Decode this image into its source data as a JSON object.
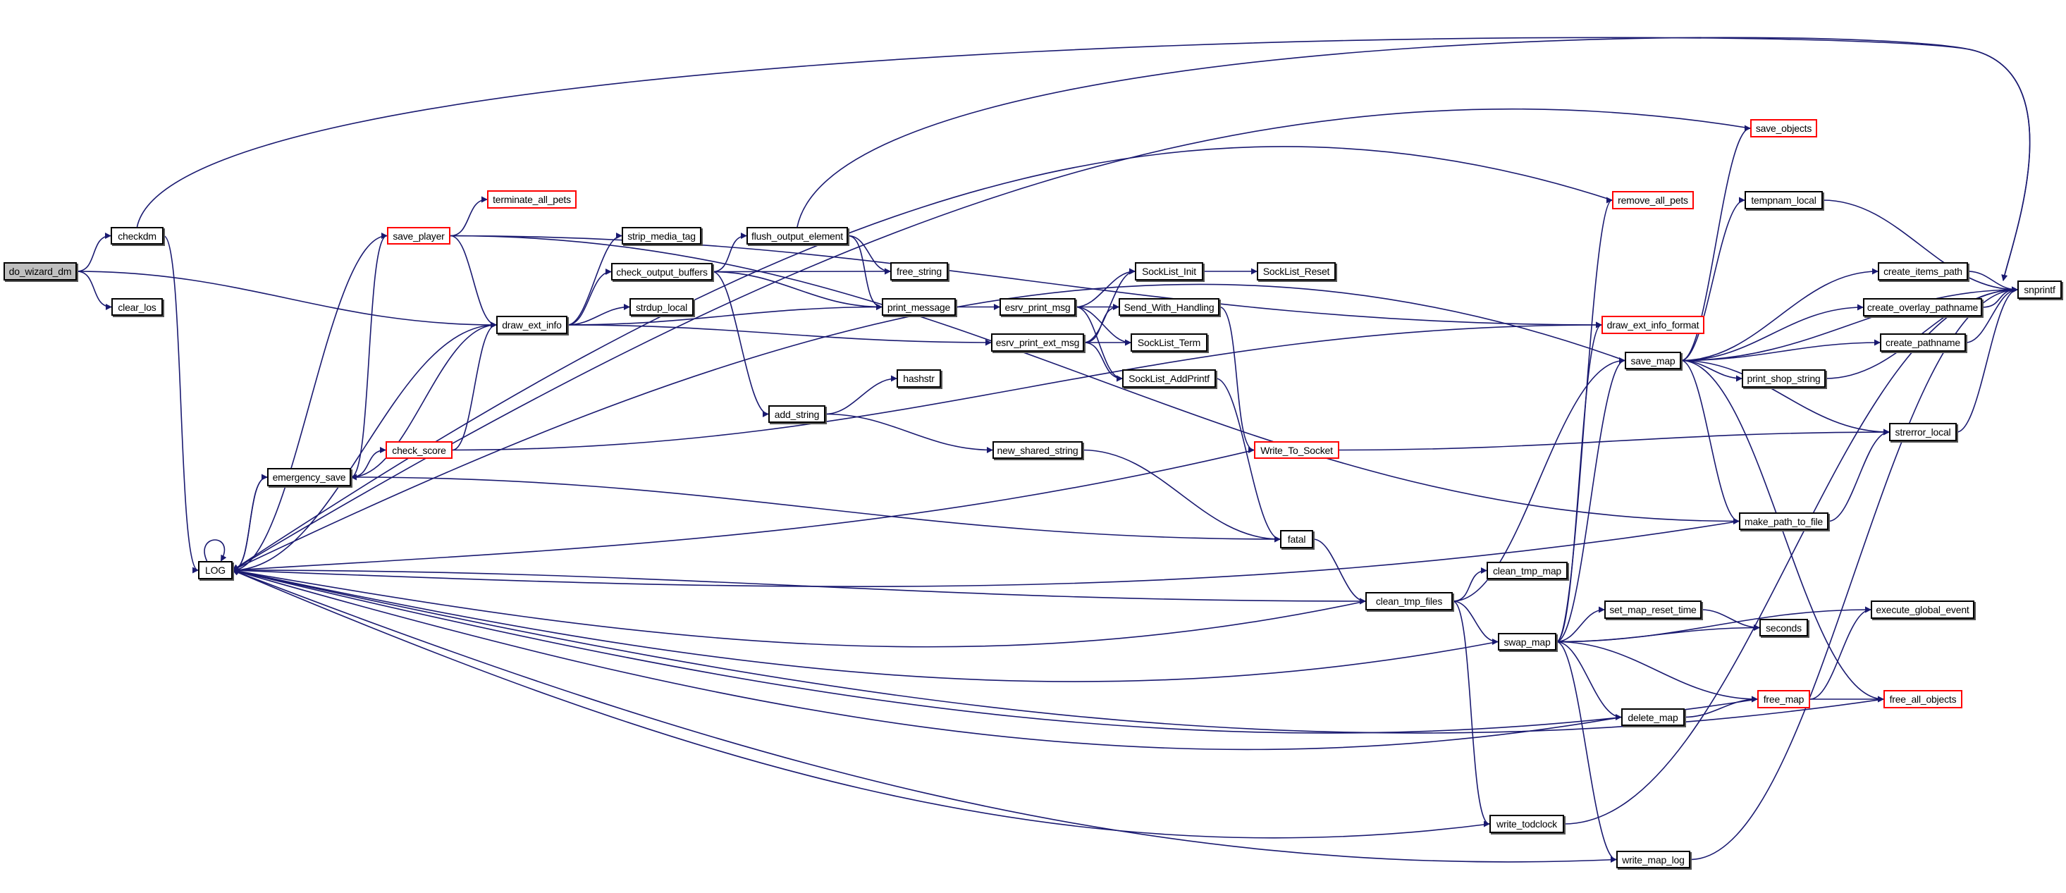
{
  "graph": {
    "title": "Call graph of do_wizard_dm",
    "edge_color": "#191970",
    "nodes": [
      {
        "id": "do_wizard_dm",
        "label": "do_wizard_dm",
        "style": "root"
      },
      {
        "id": "checkdm",
        "label": "checkdm",
        "style": "normal"
      },
      {
        "id": "clear_los",
        "label": "clear_los",
        "style": "normal"
      },
      {
        "id": "LOG",
        "label": "LOG",
        "style": "normal"
      },
      {
        "id": "emergency_save",
        "label": "emergency_save",
        "style": "normal"
      },
      {
        "id": "save_player",
        "label": "save_player",
        "style": "red"
      },
      {
        "id": "terminate_all_pets",
        "label": "terminate_all_pets",
        "style": "red"
      },
      {
        "id": "check_score",
        "label": "check_score",
        "style": "red"
      },
      {
        "id": "draw_ext_info",
        "label": "draw_ext_info",
        "style": "normal"
      },
      {
        "id": "strip_media_tag",
        "label": "strip_media_tag",
        "style": "normal"
      },
      {
        "id": "check_output_buffers",
        "label": "check_output_buffers",
        "style": "normal"
      },
      {
        "id": "strdup_local",
        "label": "strdup_local",
        "style": "normal"
      },
      {
        "id": "flush_output_element",
        "label": "flush_output_element",
        "style": "normal"
      },
      {
        "id": "free_string",
        "label": "free_string",
        "style": "normal"
      },
      {
        "id": "print_message",
        "label": "print_message",
        "style": "normal"
      },
      {
        "id": "add_string",
        "label": "add_string",
        "style": "normal"
      },
      {
        "id": "hashstr",
        "label": "hashstr",
        "style": "normal"
      },
      {
        "id": "new_shared_string",
        "label": "new_shared_string",
        "style": "normal"
      },
      {
        "id": "esrv_print_msg",
        "label": "esrv_print_msg",
        "style": "normal"
      },
      {
        "id": "esrv_print_ext_msg",
        "label": "esrv_print_ext_msg",
        "style": "normal"
      },
      {
        "id": "SockList_Init",
        "label": "SockList_Init",
        "style": "normal"
      },
      {
        "id": "SockList_Reset",
        "label": "SockList_Reset",
        "style": "normal"
      },
      {
        "id": "Send_With_Handling",
        "label": "Send_With_Handling",
        "style": "normal"
      },
      {
        "id": "SockList_Term",
        "label": "SockList_Term",
        "style": "normal"
      },
      {
        "id": "SockList_AddPrintf",
        "label": "SockList_AddPrintf",
        "style": "normal"
      },
      {
        "id": "Write_To_Socket",
        "label": "Write_To_Socket",
        "style": "red"
      },
      {
        "id": "fatal",
        "label": "fatal",
        "style": "normal"
      },
      {
        "id": "clean_tmp_files",
        "label": "clean_tmp_files",
        "style": "normal"
      },
      {
        "id": "clean_tmp_map",
        "label": "clean_tmp_map",
        "style": "normal"
      },
      {
        "id": "swap_map",
        "label": "swap_map",
        "style": "normal"
      },
      {
        "id": "write_todclock",
        "label": "write_todclock",
        "style": "normal"
      },
      {
        "id": "write_map_log",
        "label": "write_map_log",
        "style": "normal"
      },
      {
        "id": "delete_map",
        "label": "delete_map",
        "style": "normal"
      },
      {
        "id": "set_map_reset_time",
        "label": "set_map_reset_time",
        "style": "normal"
      },
      {
        "id": "seconds",
        "label": "seconds",
        "style": "normal"
      },
      {
        "id": "free_map",
        "label": "free_map",
        "style": "red"
      },
      {
        "id": "free_all_objects",
        "label": "free_all_objects",
        "style": "red"
      },
      {
        "id": "execute_global_event",
        "label": "execute_global_event",
        "style": "normal"
      },
      {
        "id": "make_path_to_file",
        "label": "make_path_to_file",
        "style": "normal"
      },
      {
        "id": "strerror_local",
        "label": "strerror_local",
        "style": "normal"
      },
      {
        "id": "save_map",
        "label": "save_map",
        "style": "normal"
      },
      {
        "id": "draw_ext_info_format",
        "label": "draw_ext_info_format",
        "style": "red"
      },
      {
        "id": "remove_all_pets",
        "label": "remove_all_pets",
        "style": "red"
      },
      {
        "id": "save_objects",
        "label": "save_objects",
        "style": "red"
      },
      {
        "id": "tempnam_local",
        "label": "tempnam_local",
        "style": "normal"
      },
      {
        "id": "print_shop_string",
        "label": "print_shop_string",
        "style": "normal"
      },
      {
        "id": "create_items_path",
        "label": "create_items_path",
        "style": "normal"
      },
      {
        "id": "create_overlay_pathname",
        "label": "create_overlay_pathname",
        "style": "normal"
      },
      {
        "id": "create_pathname",
        "label": "create_pathname",
        "style": "normal"
      },
      {
        "id": "snprintf",
        "label": "snprintf",
        "style": "normal"
      }
    ],
    "edges": [
      [
        "do_wizard_dm",
        "checkdm"
      ],
      [
        "do_wizard_dm",
        "clear_los"
      ],
      [
        "do_wizard_dm",
        "draw_ext_info"
      ],
      [
        "checkdm",
        "LOG"
      ],
      [
        "checkdm",
        "snprintf"
      ],
      [
        "save_player",
        "terminate_all_pets"
      ],
      [
        "save_player",
        "draw_ext_info"
      ],
      [
        "save_player",
        "draw_ext_info_format"
      ],
      [
        "save_player",
        "LOG"
      ],
      [
        "save_player",
        "make_path_to_file"
      ],
      [
        "draw_ext_info",
        "strip_media_tag"
      ],
      [
        "draw_ext_info",
        "check_output_buffers"
      ],
      [
        "draw_ext_info",
        "strdup_local"
      ],
      [
        "draw_ext_info",
        "print_message"
      ],
      [
        "draw_ext_info",
        "esrv_print_ext_msg"
      ],
      [
        "draw_ext_info",
        "LOG"
      ],
      [
        "check_output_buffers",
        "flush_output_element"
      ],
      [
        "check_output_buffers",
        "free_string"
      ],
      [
        "check_output_buffers",
        "print_message"
      ],
      [
        "check_output_buffers",
        "add_string"
      ],
      [
        "flush_output_element",
        "free_string"
      ],
      [
        "flush_output_element",
        "print_message"
      ],
      [
        "flush_output_element",
        "snprintf"
      ],
      [
        "print_message",
        "esrv_print_msg"
      ],
      [
        "esrv_print_msg",
        "SockList_Init"
      ],
      [
        "esrv_print_msg",
        "Send_With_Handling"
      ],
      [
        "esrv_print_msg",
        "SockList_Term"
      ],
      [
        "esrv_print_msg",
        "SockList_AddPrintf"
      ],
      [
        "esrv_print_ext_msg",
        "SockList_Init"
      ],
      [
        "esrv_print_ext_msg",
        "Send_With_Handling"
      ],
      [
        "esrv_print_ext_msg",
        "SockList_Term"
      ],
      [
        "esrv_print_ext_msg",
        "SockList_AddPrintf"
      ],
      [
        "SockList_Init",
        "SockList_Reset"
      ],
      [
        "Send_With_Handling",
        "Write_To_Socket"
      ],
      [
        "SockList_AddPrintf",
        "fatal"
      ],
      [
        "add_string",
        "hashstr"
      ],
      [
        "add_string",
        "new_shared_string"
      ],
      [
        "new_shared_string",
        "fatal"
      ],
      [
        "Write_To_Socket",
        "strerror_local"
      ],
      [
        "Write_To_Socket",
        "LOG"
      ],
      [
        "fatal",
        "emergency_save"
      ],
      [
        "fatal",
        "clean_tmp_files"
      ],
      [
        "emergency_save",
        "check_score"
      ],
      [
        "emergency_save",
        "draw_ext_info"
      ],
      [
        "emergency_save",
        "save_player"
      ],
      [
        "emergency_save",
        "LOG"
      ],
      [
        "check_score",
        "draw_ext_info"
      ],
      [
        "check_score",
        "draw_ext_info_format"
      ],
      [
        "LOG",
        "LOG"
      ],
      [
        "LOG",
        "emergency_save"
      ],
      [
        "LOG",
        "clean_tmp_files"
      ],
      [
        "clean_tmp_files",
        "clean_tmp_map"
      ],
      [
        "clean_tmp_files",
        "swap_map"
      ],
      [
        "clean_tmp_files",
        "write_todclock"
      ],
      [
        "clean_tmp_files",
        "save_map"
      ],
      [
        "clean_tmp_files",
        "LOG"
      ],
      [
        "swap_map",
        "set_map_reset_time"
      ],
      [
        "swap_map",
        "seconds"
      ],
      [
        "swap_map",
        "free_map"
      ],
      [
        "swap_map",
        "delete_map"
      ],
      [
        "swap_map",
        "write_map_log"
      ],
      [
        "swap_map",
        "execute_global_event"
      ],
      [
        "swap_map",
        "save_map"
      ],
      [
        "swap_map",
        "remove_all_pets"
      ],
      [
        "swap_map",
        "draw_ext_info_format"
      ],
      [
        "swap_map",
        "LOG"
      ],
      [
        "set_map_reset_time",
        "seconds"
      ],
      [
        "delete_map",
        "free_map"
      ],
      [
        "delete_map",
        "LOG"
      ],
      [
        "free_map",
        "free_all_objects"
      ],
      [
        "free_map",
        "execute_global_event"
      ],
      [
        "free_map",
        "LOG"
      ],
      [
        "free_all_objects",
        "LOG"
      ],
      [
        "write_todclock",
        "LOG"
      ],
      [
        "write_todclock",
        "snprintf"
      ],
      [
        "write_map_log",
        "LOG"
      ],
      [
        "write_map_log",
        "snprintf"
      ],
      [
        "save_map",
        "save_objects"
      ],
      [
        "save_map",
        "tempnam_local"
      ],
      [
        "save_map",
        "create_items_path"
      ],
      [
        "save_map",
        "create_overlay_pathname"
      ],
      [
        "save_map",
        "create_pathname"
      ],
      [
        "save_map",
        "print_shop_string"
      ],
      [
        "save_map",
        "strerror_local"
      ],
      [
        "save_map",
        "make_path_to_file"
      ],
      [
        "save_map",
        "free_all_objects"
      ],
      [
        "save_map",
        "snprintf"
      ],
      [
        "save_map",
        "LOG"
      ],
      [
        "make_path_to_file",
        "strerror_local"
      ],
      [
        "make_path_to_file",
        "LOG"
      ],
      [
        "save_objects",
        "LOG"
      ],
      [
        "remove_all_pets",
        "LOG"
      ],
      [
        "tempnam_local",
        "snprintf"
      ],
      [
        "create_items_path",
        "snprintf"
      ],
      [
        "create_overlay_pathname",
        "snprintf"
      ],
      [
        "create_pathname",
        "snprintf"
      ],
      [
        "print_shop_string",
        "snprintf"
      ],
      [
        "strerror_local",
        "snprintf"
      ]
    ]
  }
}
